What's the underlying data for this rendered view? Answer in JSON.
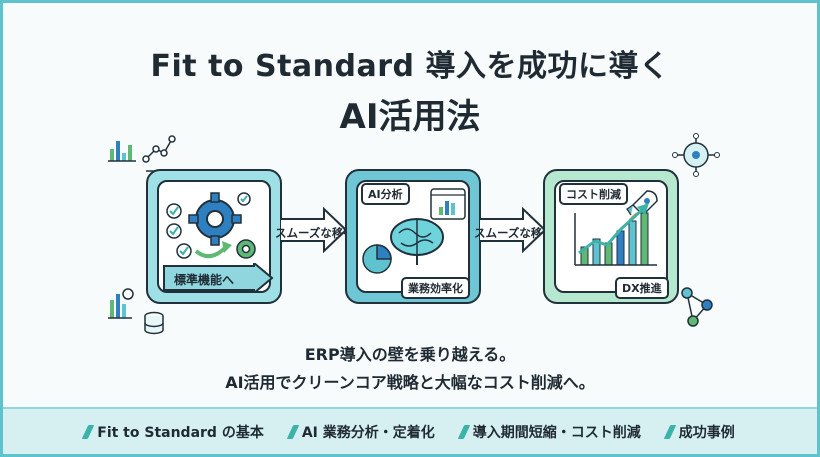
{
  "title": {
    "line1": "Fit to Standard 導入を成功に導く",
    "line2": "AI活用法"
  },
  "cards": {
    "left": {
      "label": "標準機能へ"
    },
    "middle": {
      "top_label": "AI分析",
      "bottom_label": "業務効率化"
    },
    "right": {
      "top_label": "コスト削減",
      "bottom_label": "DX推進"
    }
  },
  "arrows": {
    "first": "スムーズな移行",
    "second": "スムーズな移行"
  },
  "subtitle": {
    "line1": "ERP導入の壁を乗り越える。",
    "line2": "AI活用でクリーンコア戦略と大幅なコスト削減へ。"
  },
  "footer": [
    {
      "label": "Fit to Standard の基本"
    },
    {
      "label": "AI 業務分析・定着化"
    },
    {
      "label": "導入期間短縮・コスト削減"
    },
    {
      "label": "成功事例"
    }
  ],
  "colors": {
    "accent": "#5fc3cf",
    "teal": "#3bb3a8",
    "blue": "#2f80c0",
    "green": "#5fb874",
    "dark": "#21313c"
  },
  "icons": [
    "gear-icon",
    "check-icon",
    "brain-icon",
    "pie-chart-icon",
    "bar-chart-icon",
    "rocket-icon",
    "database-icon",
    "network-icon"
  ]
}
